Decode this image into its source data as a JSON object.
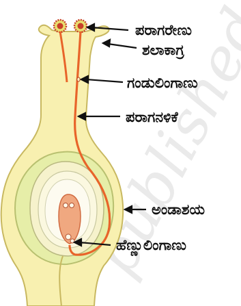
{
  "labels": {
    "pollen_grain": "ಪರಾಗರೇಣು",
    "stigma": "ಶಲಾಕಾಗ್ರ",
    "male_gametes": "ಗಂಡುಲಿಂಗಾಣು",
    "pollen_tube": "ಪರಾಗನಳಿಕೆ",
    "ovary": "ಅಂಡಾಶಯ",
    "female_gamete": "ಹೆಣ್ಣುಲಿಂಗಾಣು"
  },
  "watermark": "published",
  "colors": {
    "pistil_fill": "#f8f0b0",
    "pistil_outline": "#c8b860",
    "ovary_inner": "#d8e8a0",
    "pollen_tube": "#e8642a",
    "pollen_grain": "#c8402a",
    "ovule": "#f0b898"
  }
}
